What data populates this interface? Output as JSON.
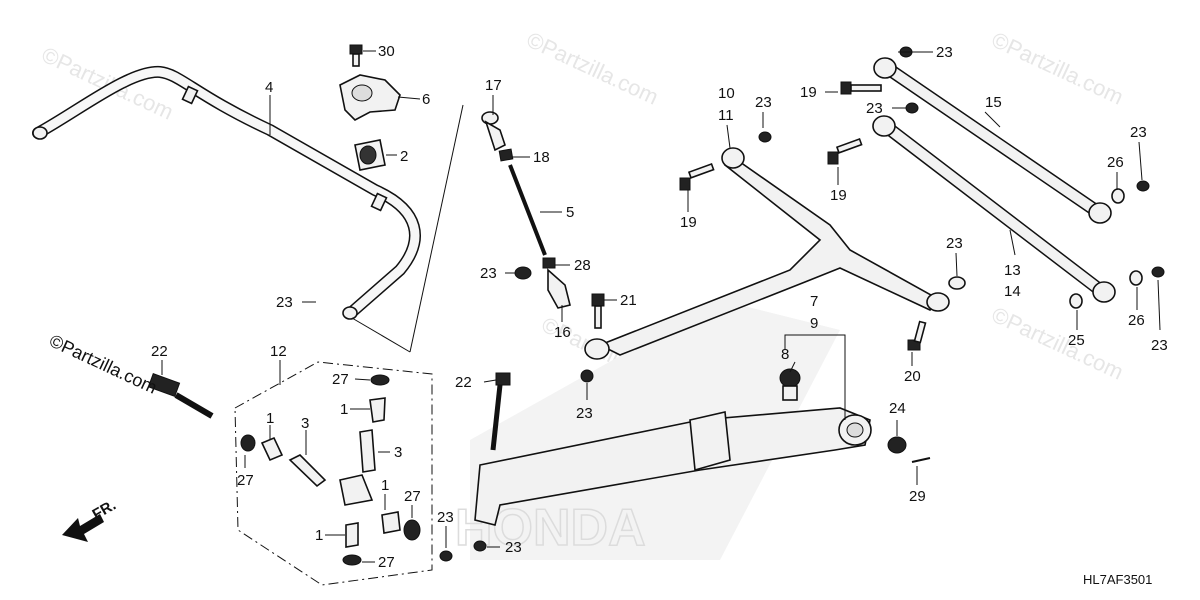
{
  "watermark": "©Partzilla.com",
  "watermark_left": "©Partzilla.com",
  "brand_logo": "HONDA",
  "diagram_code": "HL7AF3501",
  "direction_label": "FR.",
  "callouts": {
    "c30": "30",
    "c6": "6",
    "c2": "2",
    "c4": "4",
    "c23a": "23",
    "c17": "17",
    "c18": "18",
    "c5": "5",
    "c28": "28",
    "c23b": "23",
    "c21": "21",
    "c16": "16",
    "c10": "10",
    "c11": "11",
    "c23c": "23",
    "c19a": "19",
    "c19b": "19",
    "c23d": "23",
    "c19c": "19",
    "c23e": "23",
    "c15": "15",
    "c23f": "23",
    "c26a": "26",
    "c23g": "23",
    "c13": "13",
    "c14": "14",
    "c25": "25",
    "c26b": "26",
    "c23h": "23",
    "c7": "7",
    "c9": "9",
    "c8": "8",
    "c20": "20",
    "c22a": "22",
    "c23i": "23",
    "c24": "24",
    "c29": "29",
    "c22b": "22",
    "c12": "12",
    "c27a": "27",
    "c1a": "1",
    "c1b": "1",
    "c3a": "3",
    "c3b": "3",
    "c27b": "27",
    "c1c": "1",
    "c27c": "27",
    "c1d": "1",
    "c27d": "27",
    "c23j": "23",
    "c23k": "23"
  }
}
